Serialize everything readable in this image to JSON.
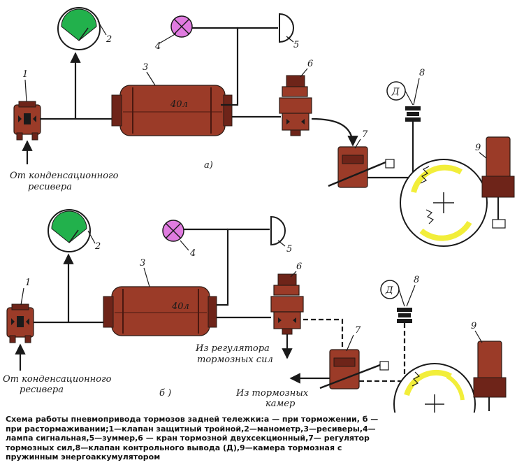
{
  "labels": {
    "a_source_line1": "От конденсационного",
    "a_source_line2": "ресивера",
    "a_panel": "а)",
    "b_source_line1": "От конденсационного",
    "b_source_line2": "ресивера",
    "b_panel": "б )",
    "b_from_regulator_line1": "Из регулятора",
    "b_from_regulator_line2": "тормозных сил",
    "b_from_chambers_line1": "Из тормозных",
    "b_from_chambers_line2": "камер",
    "receiver_volume": "40л",
    "test_point_letter": "Д"
  },
  "numbers": {
    "n1": "1",
    "n2": "2",
    "n3": "3",
    "n4": "4",
    "n5": "5",
    "n6": "6",
    "n7": "7",
    "n8": "8",
    "n9": "9"
  },
  "caption": "Схема работы пневмопривода тормозов задней тележки:а — при торможении, б — при растормаживании;1—клапан защитный тройной,2—манометр,3—ресиверы,4—лампа сигнальная,5—зуммер,6 — кран тормозной двухсекционный,7— регулятор тормозных сил,8—клапан контрольного вывода (Д),9—камера тормозная с пружинным энергоаккумулятором",
  "colors": {
    "receiver": "#9b3b28",
    "gauge_sector": "#22b14c",
    "lamp": "#e07be0",
    "spring_band": "#f2ee3a"
  }
}
